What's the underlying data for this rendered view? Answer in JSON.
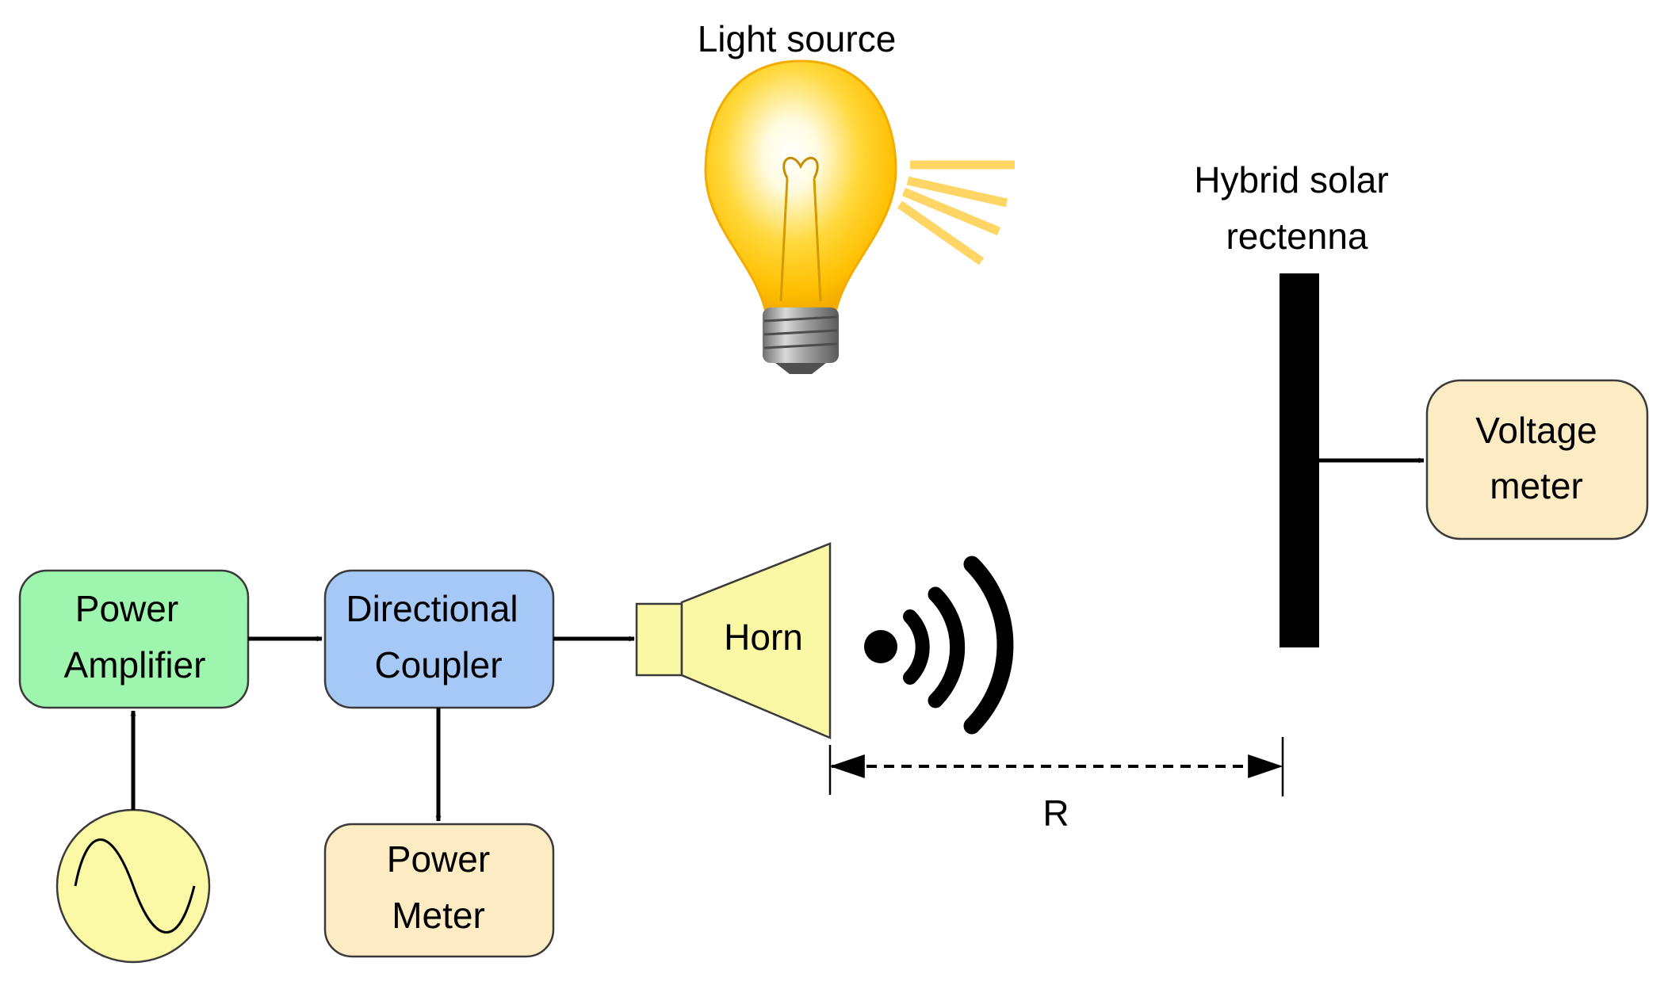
{
  "colors": {
    "power_amplifier": "#9ef5ad",
    "directional_coupler": "#a6c8f7",
    "meter": "#fcebc3",
    "horn": "#fbf8a5",
    "signal_source": "#fbf9a6",
    "rectenna": "#000000",
    "bulb_glow": "#ffc400",
    "rays": "#ffd666"
  },
  "icons": {
    "light": "light-bulb-icon",
    "rays": "light-rays-icon",
    "wireless": "wireless-signal-icon",
    "source": "sine-wave-source-icon"
  },
  "labels": {
    "light_source": "Light source",
    "rectenna_line1": "Hybrid solar",
    "rectenna_line2": "rectenna",
    "power_amplifier_line1": "Power",
    "power_amplifier_line2": "Amplifier",
    "directional_coupler_line1": "Directional",
    "directional_coupler_line2": "Coupler",
    "horn": "Horn",
    "power_meter_line1": "Power",
    "power_meter_line2": "Meter",
    "voltage_meter_line1": "Voltage",
    "voltage_meter_line2": "meter",
    "distance": "R"
  }
}
